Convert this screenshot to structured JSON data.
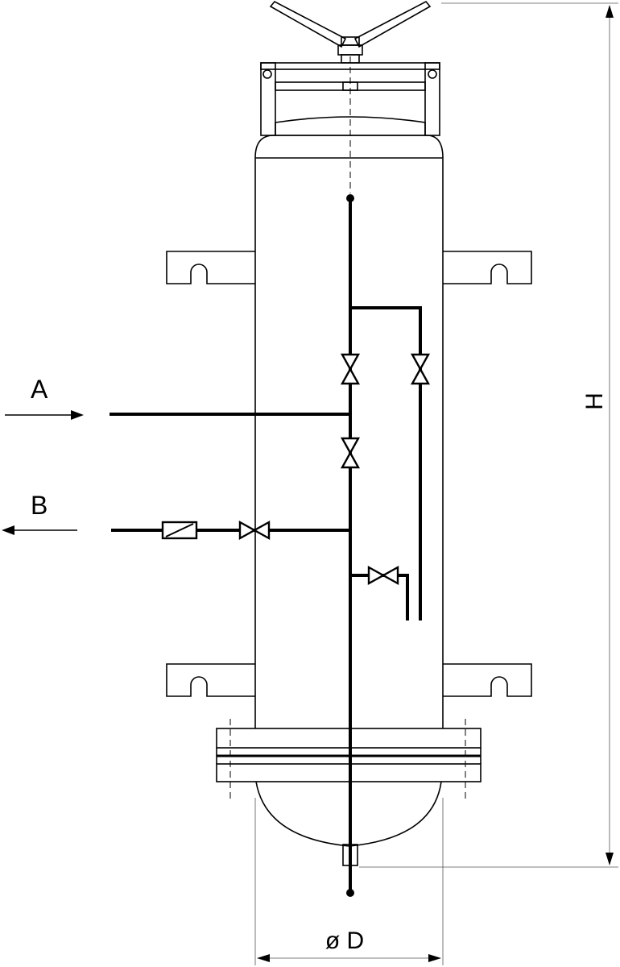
{
  "labels": {
    "inlet": "A",
    "outlet": "B",
    "height": "H",
    "diameter": "ø D"
  },
  "colors": {
    "line": "#000000",
    "background": "#ffffff"
  }
}
